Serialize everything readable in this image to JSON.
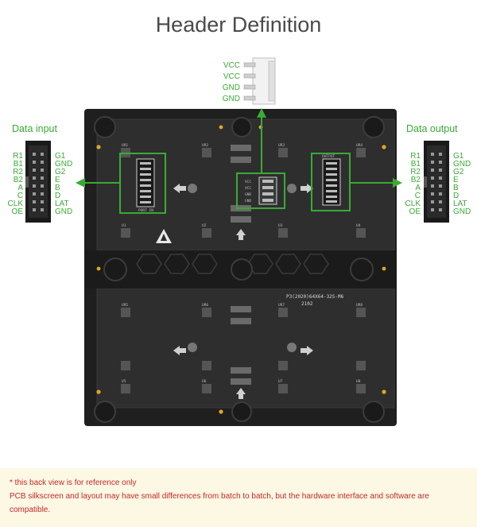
{
  "title": "Header Definition",
  "power_header": {
    "pins": [
      "VCC",
      "VCC",
      "GND",
      "GND"
    ]
  },
  "data_input": {
    "label": "Data input",
    "left_pins": [
      "R1",
      "B1",
      "R2",
      "B2",
      "A",
      "C",
      "CLK",
      "OE"
    ],
    "right_pins": [
      "G1",
      "GND",
      "G2",
      "E",
      "B",
      "D",
      "LAT",
      "GND"
    ]
  },
  "data_output": {
    "label": "Data output",
    "left_pins": [
      "R1",
      "B1",
      "R2",
      "B2",
      "A",
      "C",
      "CLK",
      "OE"
    ],
    "right_pins": [
      "G1",
      "GND",
      "G2",
      "E",
      "B",
      "D",
      "LAT",
      "GND"
    ]
  },
  "board": {
    "model_text": "P3(2020)64X64-32S-M6",
    "batch_text": "2102",
    "center_power_pins": [
      "VCC",
      "VCC",
      "GND",
      "GND"
    ],
    "port_in_label": "PORT IN",
    "port_out_label": "OUTPUT",
    "chip_labels_top": [
      "UR1",
      "UR2",
      "UR3",
      "UR4",
      "U1",
      "U2",
      "U3",
      "U4"
    ],
    "chip_labels_bottom": [
      "UR5",
      "UR6",
      "UR7",
      "UR8",
      "U5",
      "U6",
      "U7",
      "U8"
    ]
  },
  "note": {
    "line1": "* this back view is for reference only",
    "line2": "PCB silkscreen and layout may have small differences from batch to batch, but the hardware interface and software are compatible."
  },
  "colors": {
    "accent_green": "#3aaa35",
    "pcb": "#2c2c2c",
    "frame": "#1c1c1c",
    "note_bg": "#fcf8e3",
    "note_text": "#c62828"
  }
}
